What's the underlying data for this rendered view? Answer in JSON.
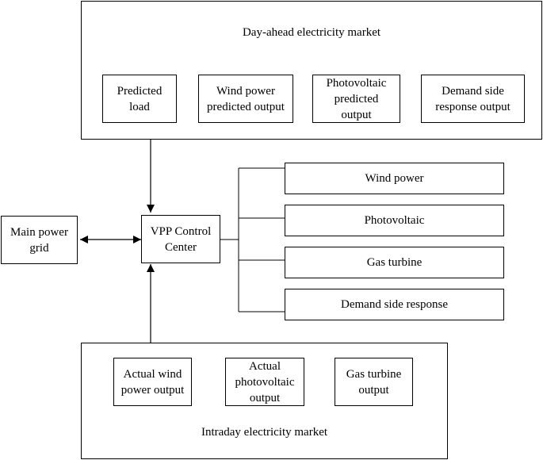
{
  "day_ahead": {
    "title": "Day-ahead electricity market",
    "items": [
      {
        "label": "Predicted\nload"
      },
      {
        "label": "Wind power\npredicted output"
      },
      {
        "label": "Photovoltaic\npredicted\noutput"
      },
      {
        "label": "Demand side\nresponse output"
      }
    ]
  },
  "intraday": {
    "title": "Intraday electricity market",
    "items": [
      {
        "label": "Actual wind\npower output"
      },
      {
        "label": "Actual\nphotovoltaic\noutput"
      },
      {
        "label": "Gas turbine\noutput"
      }
    ]
  },
  "control_center": {
    "label": "VPP Control\nCenter"
  },
  "main_grid": {
    "label": "Main power\ngrid"
  },
  "resources": [
    {
      "label": "Wind power"
    },
    {
      "label": "Photovoltaic"
    },
    {
      "label": "Gas turbine"
    },
    {
      "label": "Demand side response"
    }
  ]
}
